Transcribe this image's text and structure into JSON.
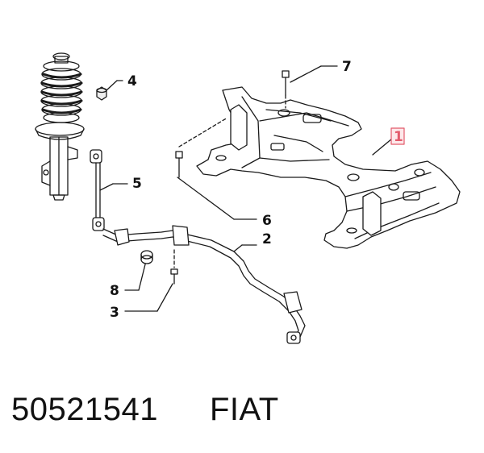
{
  "callouts": {
    "c1": "1",
    "c2": "2",
    "c3": "3",
    "c4": "4",
    "c5": "5",
    "c6": "6",
    "c7": "7",
    "c8": "8"
  },
  "caption": {
    "part_number": "50521541",
    "brand": "FIAT"
  },
  "colors": {
    "line": "#1a1a1a",
    "highlight_box": "#e35a6b",
    "highlight_fill": "#fde8ea"
  }
}
